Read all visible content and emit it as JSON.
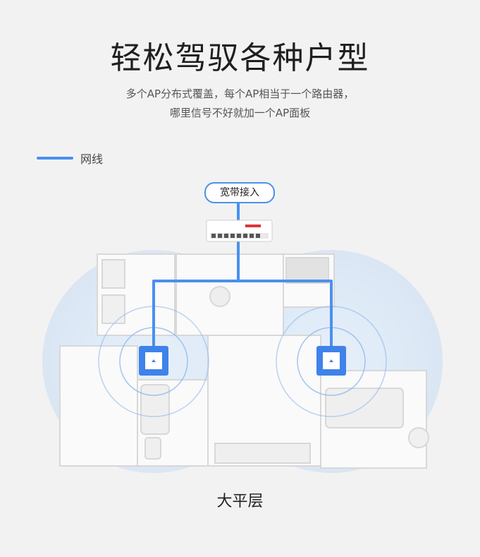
{
  "header": {
    "title": "轻松驾驭各种户型",
    "subtitle_line1": "多个AP分布式覆盖，每个AP相当于一个路由器，",
    "subtitle_line2": "哪里信号不好就加一个AP面板"
  },
  "legend": {
    "label": "网线",
    "color": "#4a90ee"
  },
  "diagram": {
    "source_label": "宽带接入"
  },
  "caption": "大平层"
}
